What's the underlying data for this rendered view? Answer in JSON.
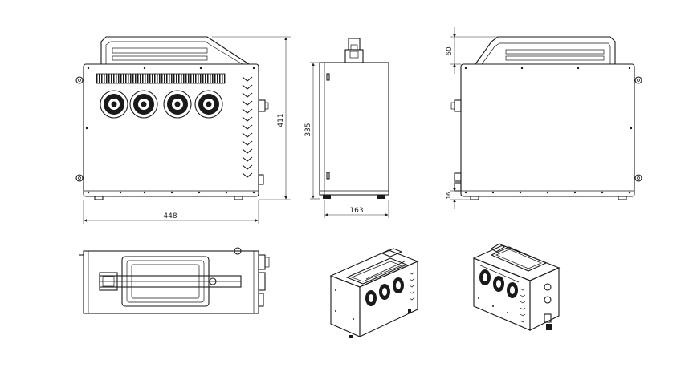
{
  "dimensions": {
    "front_height": "411",
    "front_width": "448",
    "side_height": "335",
    "side_depth": "163",
    "handle_height": "60",
    "foot_height": "16"
  }
}
